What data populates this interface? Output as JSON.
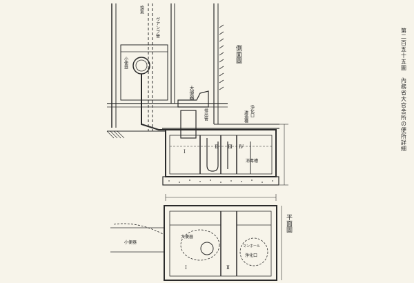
{
  "figure_title": "第二百五十五圖　內務省大官舍所の便所詳細",
  "labels": {
    "section_view": "側面圖",
    "plan_view": "平面圖",
    "vent_pipe": "換氣",
    "vent_pipe_material": "ヴアンブ管",
    "urinal": "小便器",
    "toilet": "大便器",
    "drain": "排出管",
    "cleanout_port": "浄化口",
    "filter_layer": "濾過槽",
    "small_urinal_plan": "小便器",
    "toilet_plan": "大便器",
    "cleanout_plan": "浄化口",
    "tank_plan_label": "マンホール",
    "chamber_1": "Ⅰ",
    "chamber_2": "Ⅱ",
    "chamber_3": "Ⅲ",
    "chamber_4": "Ⅳ",
    "filter_chamber": "消毒槽"
  }
}
